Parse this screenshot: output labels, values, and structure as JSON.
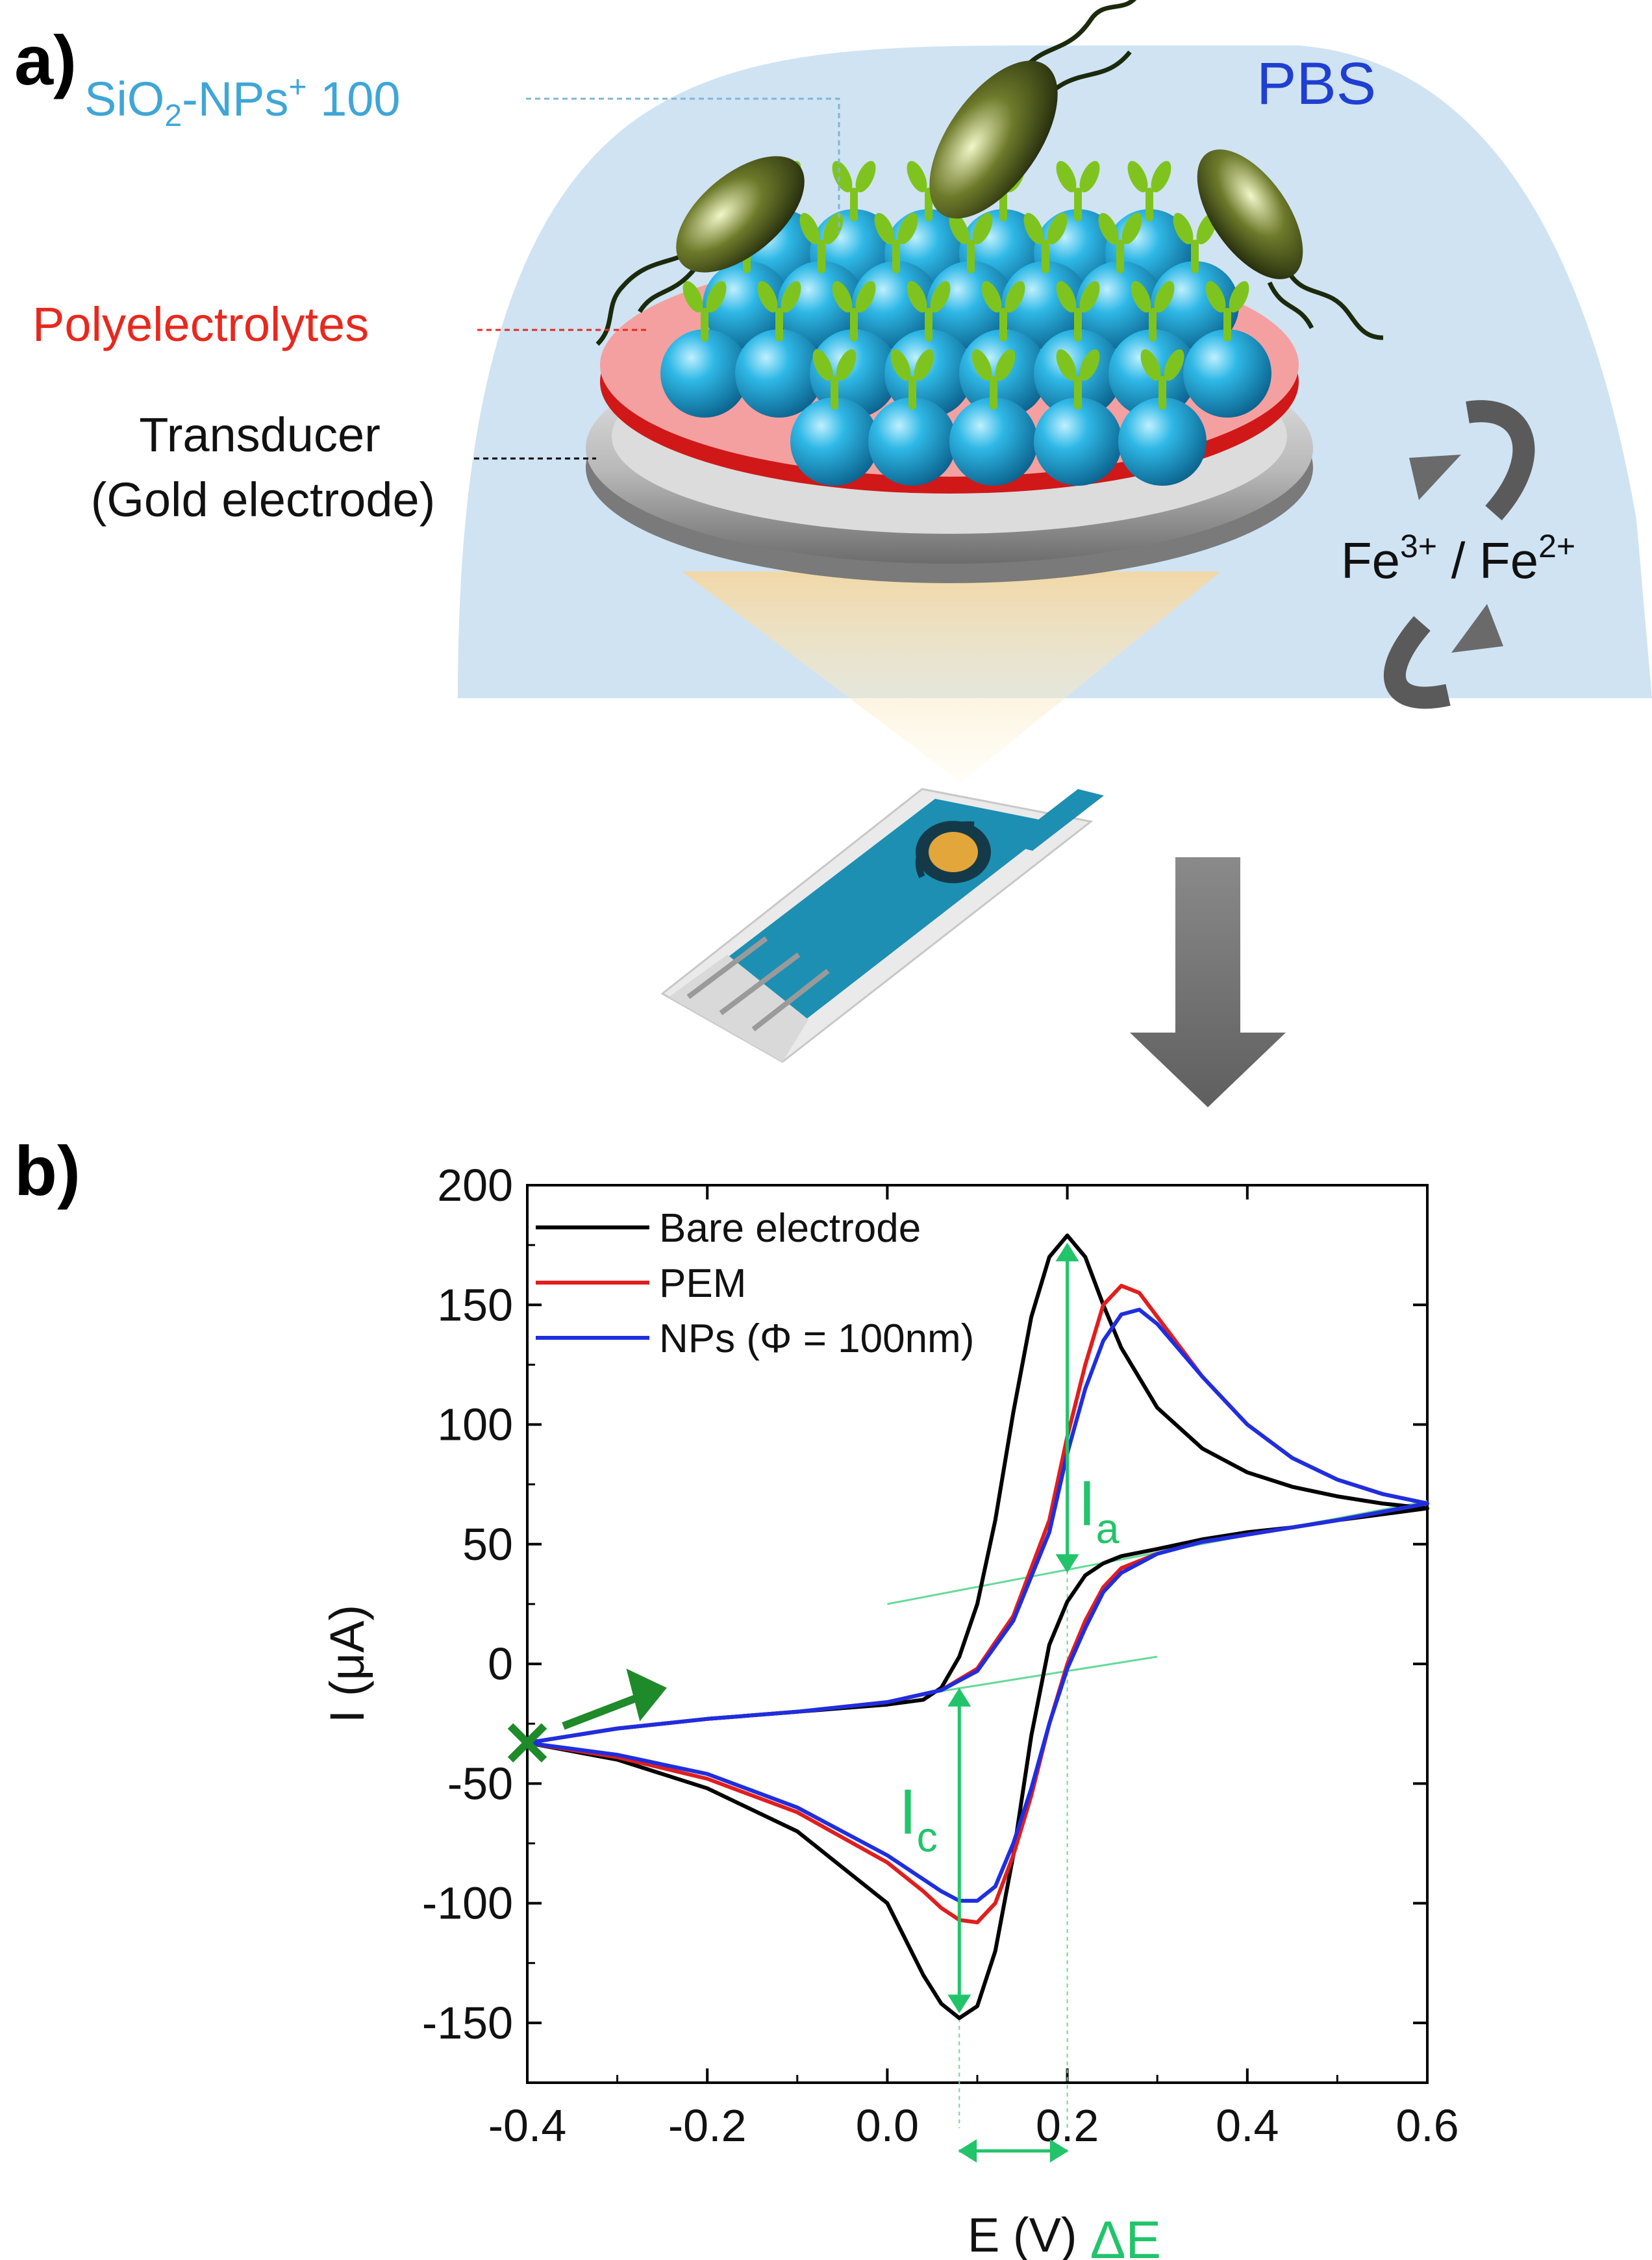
{
  "panel_a": {
    "label": "a)",
    "medium": "PBS",
    "nanoparticle_prefix": "SiO",
    "nanoparticle_sub": "2",
    "nanoparticle_mid": "-NPs",
    "nanoparticle_sup": "+",
    "nanoparticle_suffix": " 100",
    "layer_label": "Polyelectrolytes",
    "transducer_line1": "Transducer",
    "transducer_line2": "(Gold electrode)",
    "redox_ox": "Fe",
    "redox_ox_sup": "3+",
    "redox_sep": " / Fe",
    "redox_red_sup": "2+",
    "colors": {
      "pbs_bg": "#cfe3f3",
      "pbs_text": "#1f3fd1",
      "np_label": "#3fa6d6",
      "poly_label": "#e8281e",
      "np_sphere": "#1ba3d6",
      "antibody": "#7fc41e",
      "film": "#f4a0a0"
    }
  },
  "panel_b": {
    "label": "b)",
    "annotations": {
      "Ia_main": "I",
      "Ia_sub": "a",
      "Ic_main": "I",
      "Ic_sub": "c",
      "dE": "ΔE"
    }
  },
  "chart_data": {
    "type": "line",
    "xlabel": "E (V)",
    "ylabel": "I (μA)",
    "xlim": [
      -0.4,
      0.6
    ],
    "ylim": [
      -175,
      200
    ],
    "xticks": [
      "-0.4",
      "-0.2",
      "0.0",
      "0.2",
      "0.4",
      "0.6"
    ],
    "yticks": [
      "200",
      "150",
      "100",
      "50",
      "0",
      "-50",
      "-100",
      "-150"
    ],
    "legend_position": "top-left",
    "series": [
      {
        "name": "Bare electrode",
        "color": "#000000",
        "forward": [
          [
            -0.4,
            -33
          ],
          [
            -0.3,
            -27
          ],
          [
            -0.2,
            -23
          ],
          [
            -0.1,
            -20
          ],
          [
            0.0,
            -17
          ],
          [
            0.04,
            -15
          ],
          [
            0.06,
            -10
          ],
          [
            0.08,
            3
          ],
          [
            0.1,
            25
          ],
          [
            0.12,
            60
          ],
          [
            0.14,
            105
          ],
          [
            0.16,
            145
          ],
          [
            0.18,
            170
          ],
          [
            0.2,
            179
          ],
          [
            0.22,
            170
          ],
          [
            0.24,
            150
          ],
          [
            0.26,
            132
          ],
          [
            0.3,
            107
          ],
          [
            0.35,
            90
          ],
          [
            0.4,
            80
          ],
          [
            0.45,
            74
          ],
          [
            0.5,
            70
          ],
          [
            0.55,
            67
          ],
          [
            0.6,
            65
          ]
        ],
        "reverse": [
          [
            0.6,
            65
          ],
          [
            0.5,
            60
          ],
          [
            0.45,
            57
          ],
          [
            0.4,
            55
          ],
          [
            0.35,
            52
          ],
          [
            0.3,
            48
          ],
          [
            0.26,
            45
          ],
          [
            0.24,
            42
          ],
          [
            0.22,
            37
          ],
          [
            0.2,
            26
          ],
          [
            0.18,
            8
          ],
          [
            0.16,
            -30
          ],
          [
            0.14,
            -80
          ],
          [
            0.12,
            -120
          ],
          [
            0.1,
            -143
          ],
          [
            0.08,
            -148
          ],
          [
            0.06,
            -142
          ],
          [
            0.04,
            -130
          ],
          [
            0.02,
            -115
          ],
          [
            0.0,
            -100
          ],
          [
            -0.1,
            -70
          ],
          [
            -0.2,
            -52
          ],
          [
            -0.3,
            -40
          ],
          [
            -0.4,
            -33
          ]
        ]
      },
      {
        "name": "PEM",
        "color": "#e01e1e",
        "forward": [
          [
            -0.4,
            -33
          ],
          [
            -0.3,
            -27
          ],
          [
            -0.2,
            -23
          ],
          [
            -0.1,
            -20
          ],
          [
            0.0,
            -16
          ],
          [
            0.06,
            -11
          ],
          [
            0.1,
            -2
          ],
          [
            0.14,
            20
          ],
          [
            0.18,
            60
          ],
          [
            0.2,
            95
          ],
          [
            0.22,
            125
          ],
          [
            0.24,
            150
          ],
          [
            0.26,
            158
          ],
          [
            0.28,
            155
          ],
          [
            0.3,
            145
          ],
          [
            0.35,
            120
          ],
          [
            0.4,
            100
          ],
          [
            0.45,
            86
          ],
          [
            0.5,
            77
          ],
          [
            0.55,
            71
          ],
          [
            0.6,
            67
          ]
        ],
        "reverse": [
          [
            0.6,
            67
          ],
          [
            0.5,
            60
          ],
          [
            0.4,
            54
          ],
          [
            0.35,
            51
          ],
          [
            0.3,
            46
          ],
          [
            0.26,
            40
          ],
          [
            0.24,
            32
          ],
          [
            0.22,
            18
          ],
          [
            0.2,
            0
          ],
          [
            0.18,
            -25
          ],
          [
            0.16,
            -55
          ],
          [
            0.14,
            -80
          ],
          [
            0.12,
            -100
          ],
          [
            0.1,
            -108
          ],
          [
            0.08,
            -107
          ],
          [
            0.06,
            -102
          ],
          [
            0.04,
            -95
          ],
          [
            0.0,
            -83
          ],
          [
            -0.1,
            -62
          ],
          [
            -0.2,
            -48
          ],
          [
            -0.3,
            -39
          ],
          [
            -0.4,
            -33
          ]
        ]
      },
      {
        "name": "NPs (Φ = 100nm)",
        "color": "#1e2ee0",
        "forward": [
          [
            -0.4,
            -33
          ],
          [
            -0.3,
            -27
          ],
          [
            -0.2,
            -23
          ],
          [
            -0.1,
            -20
          ],
          [
            0.0,
            -16
          ],
          [
            0.06,
            -11
          ],
          [
            0.1,
            -3
          ],
          [
            0.14,
            18
          ],
          [
            0.18,
            55
          ],
          [
            0.2,
            88
          ],
          [
            0.22,
            115
          ],
          [
            0.24,
            135
          ],
          [
            0.26,
            146
          ],
          [
            0.28,
            148
          ],
          [
            0.3,
            142
          ],
          [
            0.35,
            120
          ],
          [
            0.4,
            100
          ],
          [
            0.45,
            86
          ],
          [
            0.5,
            77
          ],
          [
            0.55,
            71
          ],
          [
            0.6,
            67
          ]
        ],
        "reverse": [
          [
            0.6,
            67
          ],
          [
            0.5,
            60
          ],
          [
            0.4,
            54
          ],
          [
            0.35,
            51
          ],
          [
            0.3,
            46
          ],
          [
            0.26,
            38
          ],
          [
            0.24,
            30
          ],
          [
            0.22,
            15
          ],
          [
            0.2,
            -2
          ],
          [
            0.18,
            -25
          ],
          [
            0.16,
            -52
          ],
          [
            0.14,
            -75
          ],
          [
            0.12,
            -93
          ],
          [
            0.1,
            -99
          ],
          [
            0.08,
            -99
          ],
          [
            0.06,
            -95
          ],
          [
            0.04,
            -90
          ],
          [
            0.0,
            -80
          ],
          [
            -0.1,
            -60
          ],
          [
            -0.2,
            -46
          ],
          [
            -0.3,
            -38
          ],
          [
            -0.4,
            -33
          ]
        ]
      }
    ]
  }
}
